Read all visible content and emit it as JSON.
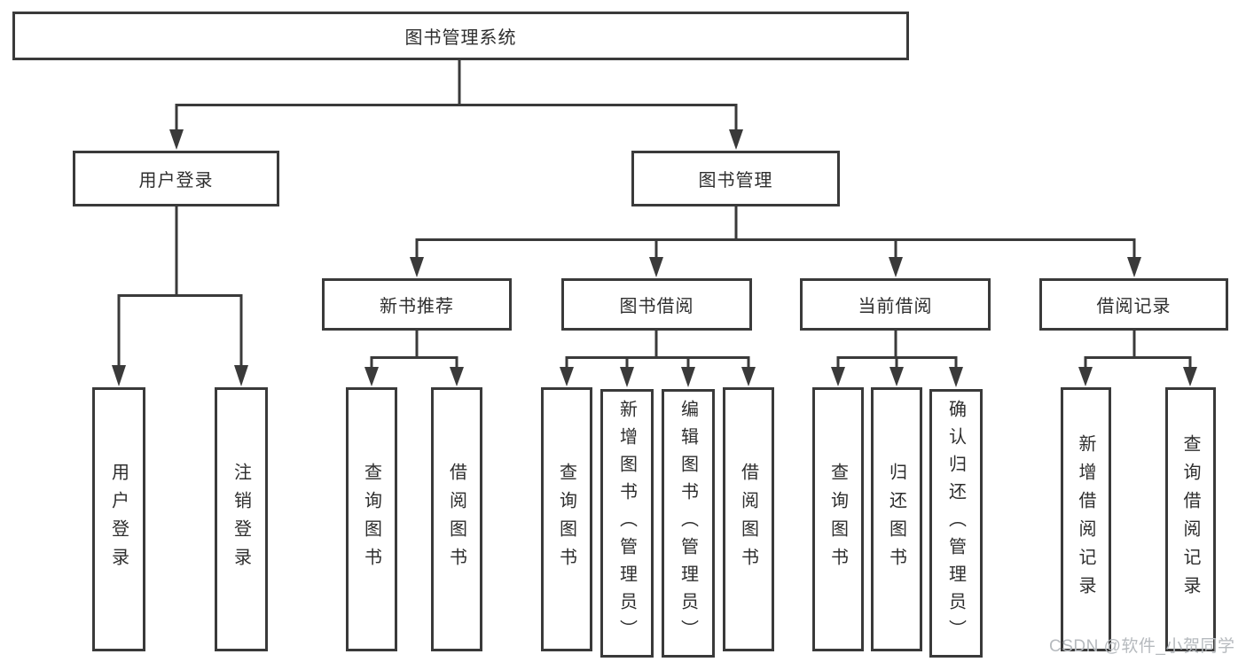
{
  "diagram_title": "图书管理系统",
  "tree": {
    "root": {
      "label": "图书管理系统"
    },
    "level1": [
      {
        "label": "用户登录"
      },
      {
        "label": "图书管理"
      }
    ],
    "user_login_children": [
      {
        "label": "用户登录"
      },
      {
        "label": "注销登录"
      }
    ],
    "book_mgmt_groups": [
      {
        "label": "新书推荐",
        "children": [
          {
            "label": "查询图书"
          },
          {
            "label": "借阅图书"
          }
        ]
      },
      {
        "label": "图书借阅",
        "children": [
          {
            "label": "查询图书"
          },
          {
            "label": "新增图书（管理员）"
          },
          {
            "label": "编辑图书（管理员）"
          },
          {
            "label": "借阅图书"
          }
        ]
      },
      {
        "label": "当前借阅",
        "children": [
          {
            "label": "查询图书"
          },
          {
            "label": "归还图书"
          },
          {
            "label": "确认归还（管理员）"
          }
        ]
      },
      {
        "label": "借阅记录",
        "children": [
          {
            "label": "新增借阅记录"
          },
          {
            "label": "查询借阅记录"
          }
        ]
      }
    ]
  },
  "watermark": {
    "text": "CSDN @软件_小贺同学"
  },
  "colors": {
    "line": "#3a3a3a",
    "text": "#2e2e2e",
    "background": "#ffffff",
    "watermark": "#b6babe"
  }
}
